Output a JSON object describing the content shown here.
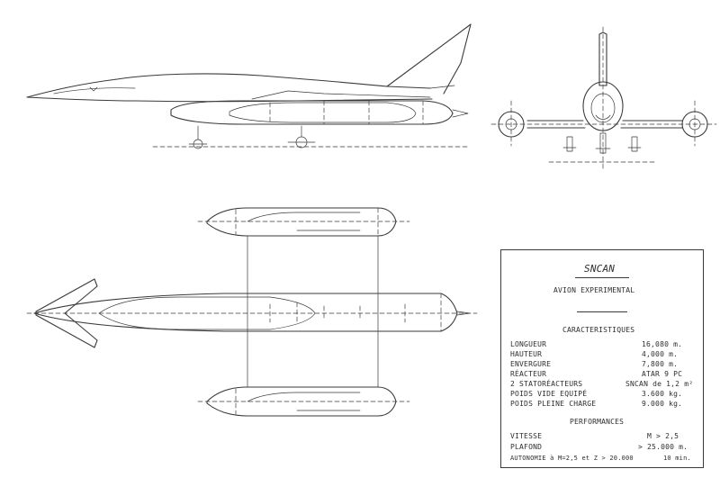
{
  "card": {
    "manufacturer": "SNCAN",
    "subtitle": "AVION EXPERIMENTAL",
    "characteristics_heading": "CARACTERISTIQUES",
    "characteristics": [
      {
        "label": "LONGUEUR",
        "value": "16,080 m."
      },
      {
        "label": "HAUTEUR",
        "value": "4,000 m."
      },
      {
        "label": "ENVERGURE",
        "value": "7,800 m."
      },
      {
        "label": "RÉACTEUR",
        "value": "ATAR 9 PC"
      },
      {
        "label": "2 STATORÉACTEURS",
        "value": "SNCAN de 1,2 m²"
      },
      {
        "label": "POIDS VIDE EQUIPÉ",
        "value": "3.600 kg."
      },
      {
        "label": "POIDS PLEINE CHARGE",
        "value": "9.000 kg."
      }
    ],
    "performances_heading": "PERFORMANCES",
    "performances": [
      {
        "label": "VITESSE",
        "value": "M > 2,5"
      },
      {
        "label": "PLAFOND",
        "value": "> 25.000 m."
      },
      {
        "label": "AUTONOMIE à M=2,5 et Z > 20.000",
        "value": "10 min."
      }
    ]
  }
}
